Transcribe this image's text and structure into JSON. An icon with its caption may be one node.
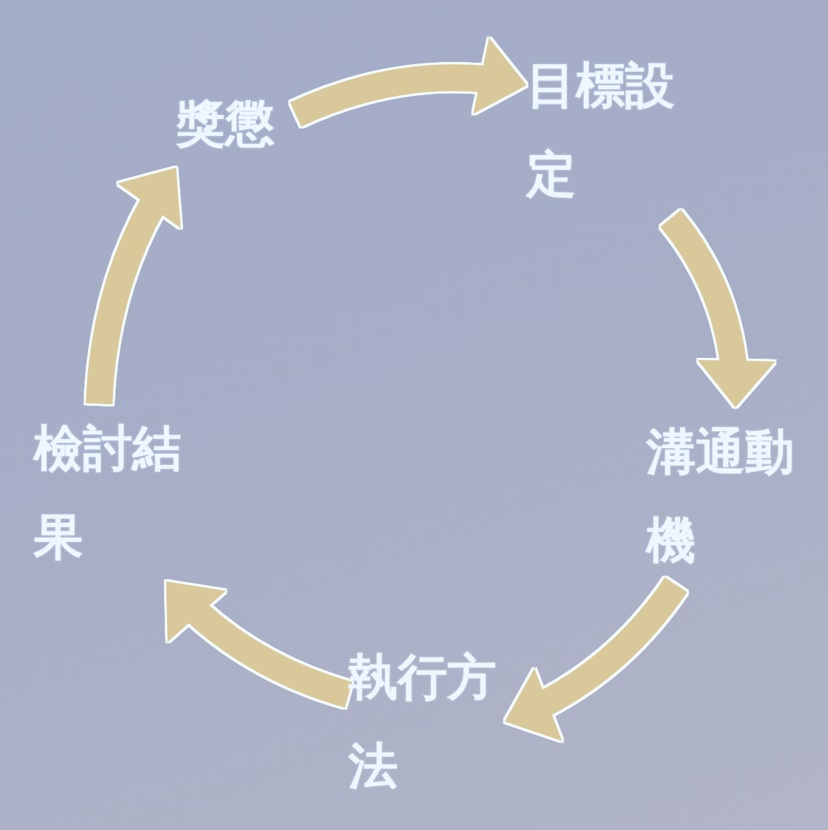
{
  "diagram": {
    "nodes": [
      {
        "text": [
          "目標設定"
        ]
      },
      {
        "text": [
          "溝通動機"
        ]
      },
      {
        "text": [
          "執行方法"
        ]
      },
      {
        "text": [
          "檢討結果"
        ]
      },
      {
        "text": [
          "獎懲"
        ]
      }
    ],
    "edges": [
      {
        "from": 4,
        "to": 0,
        "arrow": "to"
      },
      {
        "from": 0,
        "to": 1,
        "arrow": "to"
      },
      {
        "from": 1,
        "to": 2,
        "arrow": "to"
      },
      {
        "from": 2,
        "to": 3,
        "arrow": "to"
      },
      {
        "from": 3,
        "to": 4,
        "arrow": "to"
      }
    ]
  }
}
